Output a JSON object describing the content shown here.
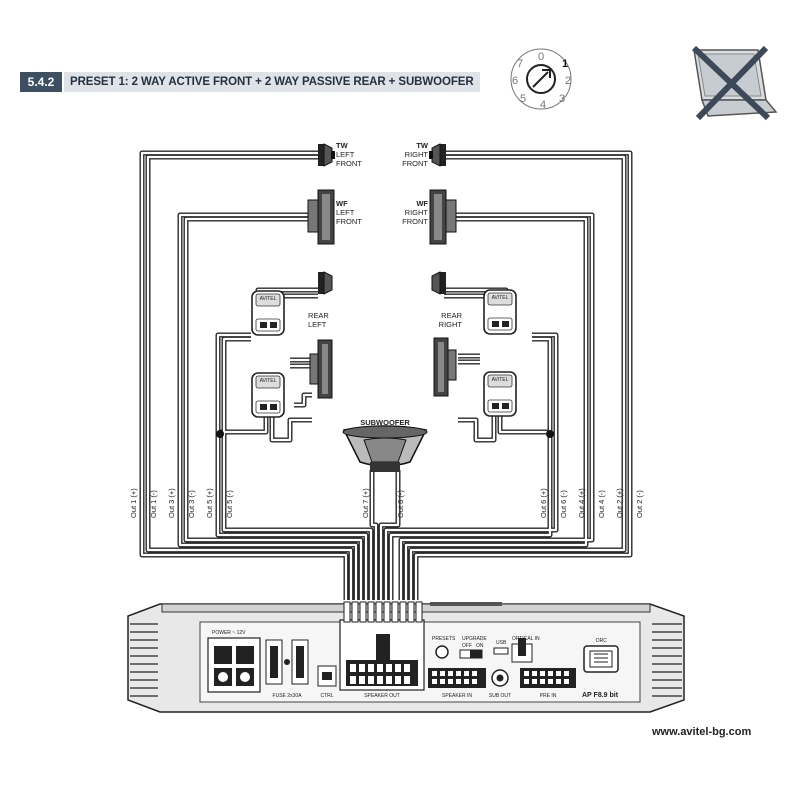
{
  "section": {
    "number": "5.4.2",
    "title": "PRESET 1: 2 WAY ACTIVE FRONT + 2 WAY PASSIVE REAR + SUBWOOFER"
  },
  "preset_dial": [
    "0",
    "1",
    "2",
    "3",
    "4",
    "5",
    "6",
    "7"
  ],
  "speakers": {
    "tw_left": [
      "TW",
      "LEFT",
      "FRONT"
    ],
    "tw_right": [
      "TW",
      "RIGHT",
      "FRONT"
    ],
    "wf_left": [
      "WF",
      "LEFT",
      "FRONT"
    ],
    "wf_right": [
      "WF",
      "RIGHT",
      "FRONT"
    ],
    "rear_left": [
      "REAR",
      "LEFT"
    ],
    "rear_right": [
      "REAR",
      "RIGHT"
    ],
    "subwoofer": "SUBWOOFER"
  },
  "crossover_brand": "AVITEL",
  "outputs": {
    "left": [
      "Out 1 (+)",
      "Out 1 (-)",
      "Out 3 (+)",
      "Out 3 (-)",
      "Out 5 (+)",
      "Out 5 (-)"
    ],
    "center": [
      "Out 7 (+)",
      "Out 8 (-)"
    ],
    "right": [
      "Out 6 (+)",
      "Out 6 (-)",
      "Out 4 (+)",
      "Out 4 (-)",
      "Out 2 (+)",
      "Out 2 (-)"
    ]
  },
  "amplifier": {
    "power_label": "POWER ~ 12V",
    "fuse_label": "FUSE 2x30A",
    "ctrl_label": "CTRL",
    "speaker_out_label": "SPEAKER OUT",
    "preset_label": "PRESETS",
    "upgrade_label": "UPGRADE",
    "usb_label": "USB",
    "optical_label": "OPTICAL IN",
    "switch_off": "OFF",
    "switch_on": "ON",
    "speaker_in_label": "SPEAKER IN",
    "sub_out_label": "SUB OUT",
    "pre_in_label": "PRE IN",
    "drc_label": "DRC",
    "model": "AP F8.9 bit"
  },
  "website": "www.avitel-bg.com"
}
